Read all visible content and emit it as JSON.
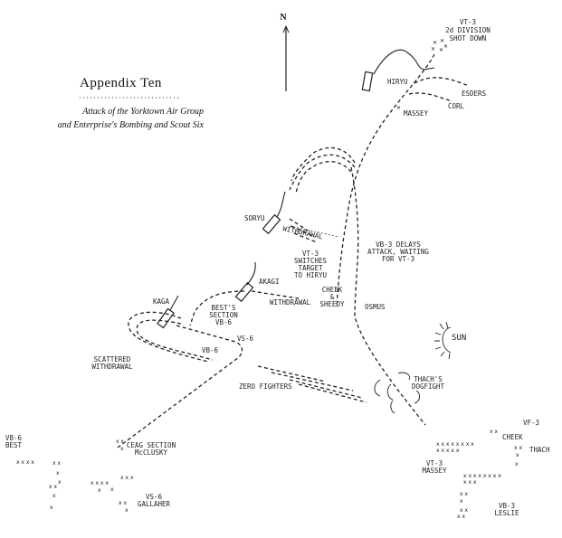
{
  "title": {
    "main": "Appendix Ten",
    "subtitle_line1": "Attack of the Yorktown Air Group",
    "subtitle_line2": "and Enterprise's Bombing and Scout Six"
  },
  "compass": {
    "label": "N"
  },
  "ships": {
    "hiryu": "HIRYU",
    "soryu": "SORYU",
    "akagi": "AKAGI",
    "kaga": "KAGA"
  },
  "labels": {
    "vt3_shot_down": [
      "VT-3",
      "2d DIVISION",
      "SHOT DOWN"
    ],
    "esders": "ESDERS",
    "corl": "CORL",
    "massey_north": "MASSEY",
    "withdrawal_soryu": "WITHDRAWAL",
    "vb3_delays": [
      "VB-3 DELAYS",
      "ATTACK, WAITING",
      "FOR VT-3"
    ],
    "vt3_switches": [
      "VT-3",
      "SWITCHES",
      "TARGET",
      "TO HIRYU"
    ],
    "cheek_sheedy": [
      "CHEEK",
      "&",
      "SHEEDY"
    ],
    "osmus": "OSMUS",
    "withdrawal_akagi": "WITHDRAWAL",
    "bests_section": [
      "BEST'S",
      "SECTION",
      "VB-6"
    ],
    "vs6": "VS-6",
    "vb6": "VB-6",
    "scattered_withdrawal": [
      "SCATTERED",
      "WITHDRAWAL"
    ],
    "zero_fighters": "ZERO FIGHTERS",
    "sun": "SUN",
    "thach_dogfight": [
      "THACH'S",
      "DOGFIGHT"
    ],
    "vb6_best": [
      "VB-6",
      "BEST"
    ],
    "ceag_section": [
      "CEAG SECTION",
      "McCLUSKY"
    ],
    "vs6_gallaher": [
      "VS-6",
      "GALLAHER"
    ],
    "vf3": "VF-3",
    "cheek": "CHEEK",
    "thach": "THACH",
    "vt3_massey": [
      "VT-3",
      "MASSEY"
    ],
    "vb3_leslie": [
      "VB-3",
      "LESLIE"
    ]
  }
}
